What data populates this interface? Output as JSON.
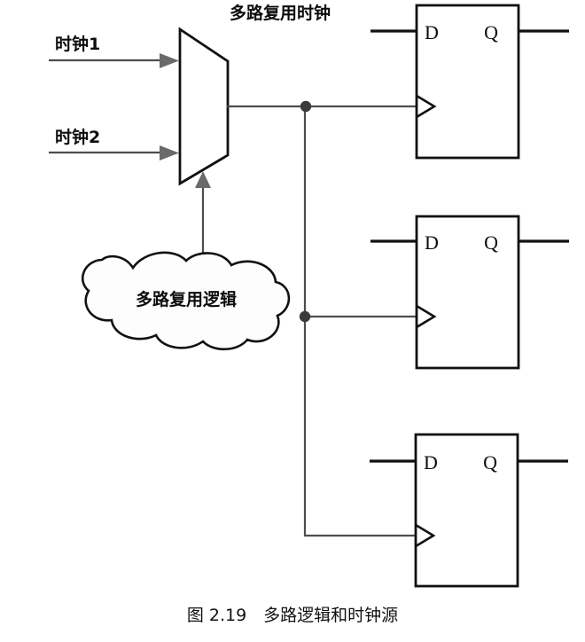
{
  "figure": {
    "title": "多路复用时钟",
    "caption": "图 2.19　多路逻辑和时钟源",
    "colors": {
      "wire": "#4d4d4d",
      "outline": "#111111",
      "arrow": "#6a6a6a",
      "junction": "#3a3a3a",
      "background": "#ffffff"
    }
  },
  "inputs": [
    {
      "label": "时钟1"
    },
    {
      "label": "时钟2"
    }
  ],
  "mux": {
    "output_label": "多路复用时钟",
    "select_source": "多路复用逻辑"
  },
  "cloud": {
    "label": "多路复用逻辑"
  },
  "flipflops": [
    {
      "d_label": "D",
      "q_label": "Q",
      "clock_marker": "clock-triangle"
    },
    {
      "d_label": "D",
      "q_label": "Q",
      "clock_marker": "clock-triangle"
    },
    {
      "d_label": "D",
      "q_label": "Q",
      "clock_marker": "clock-triangle"
    }
  ]
}
